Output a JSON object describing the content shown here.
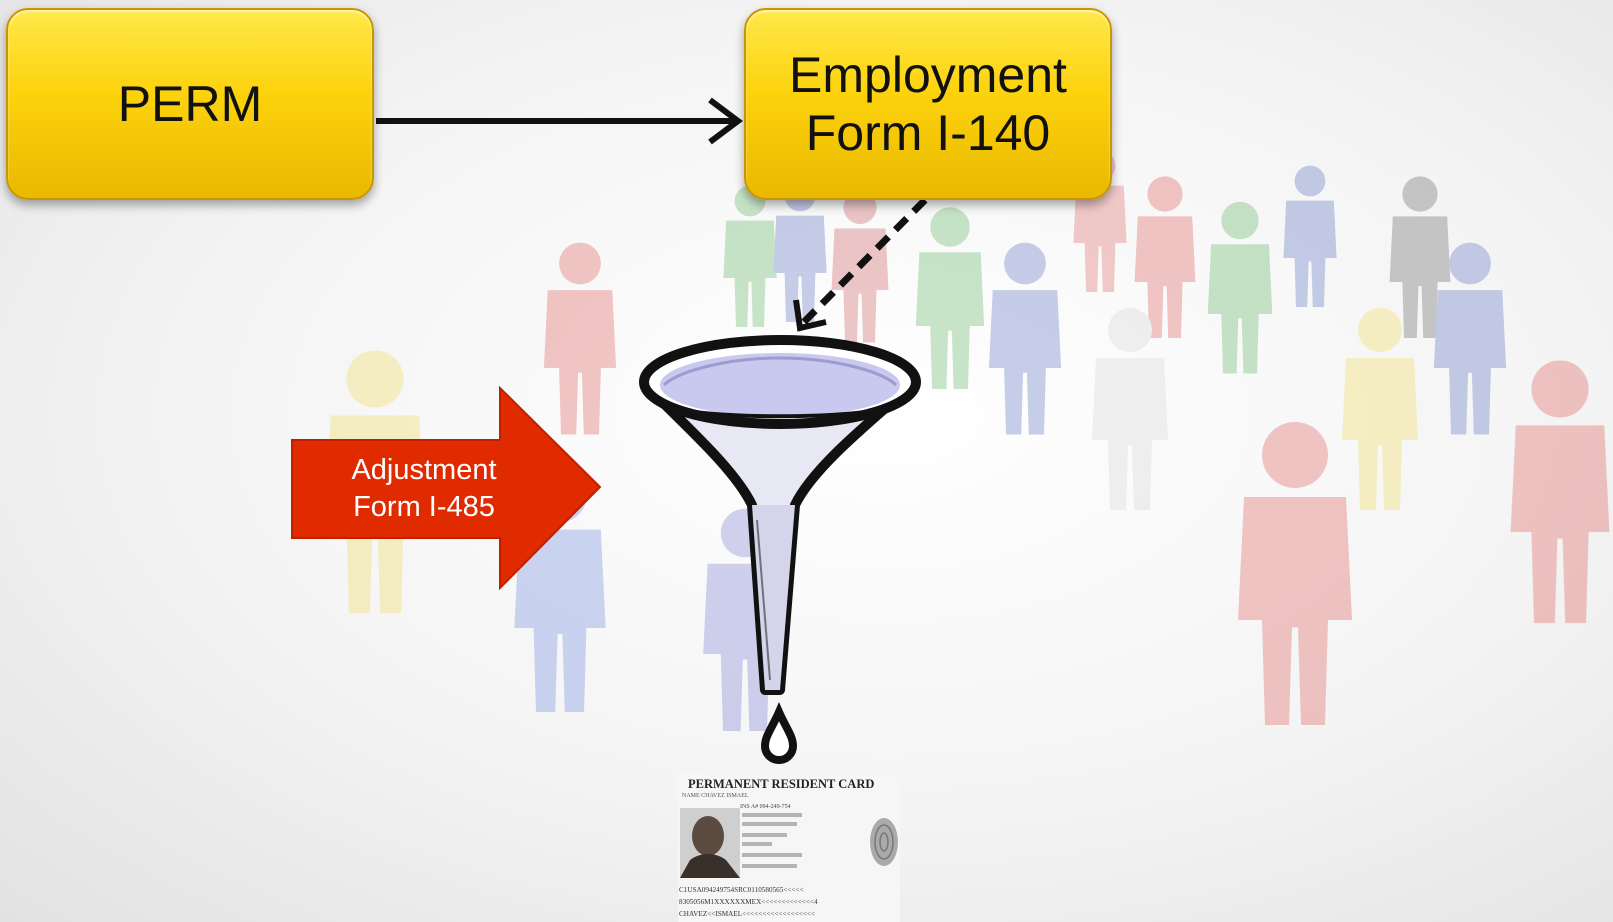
{
  "diagram": {
    "nodes": {
      "perm": {
        "label": "PERM"
      },
      "i140": {
        "line1": "Employment",
        "line2": "Form I-140"
      }
    },
    "adjustment_arrow": {
      "line1": "Adjustment",
      "line2": "Form I-485"
    },
    "card": {
      "title": "PERMANENT RESIDENT CARD",
      "name_line": "NAME  CHAVEZ  ISMAEL",
      "uscis_line": "INS A# 094-249-754",
      "mrz": [
        "C1USA094249754SRC0110580565<<<<<",
        "8305056M1XXXXXXMEX<<<<<<<<<<<<<4",
        "CHAVEZ<<ISMAEL<<<<<<<<<<<<<<<<<<"
      ]
    },
    "colors": {
      "node_fill": "#fcd20c",
      "node_border": "#c99600",
      "adjustment_arrow": "#e02a00",
      "connector": "#111111",
      "funnel_fill": "#c9c8ee"
    },
    "icons": {
      "funnel": "funnel-icon",
      "drop": "drop-icon",
      "background": "people-crowd"
    }
  }
}
